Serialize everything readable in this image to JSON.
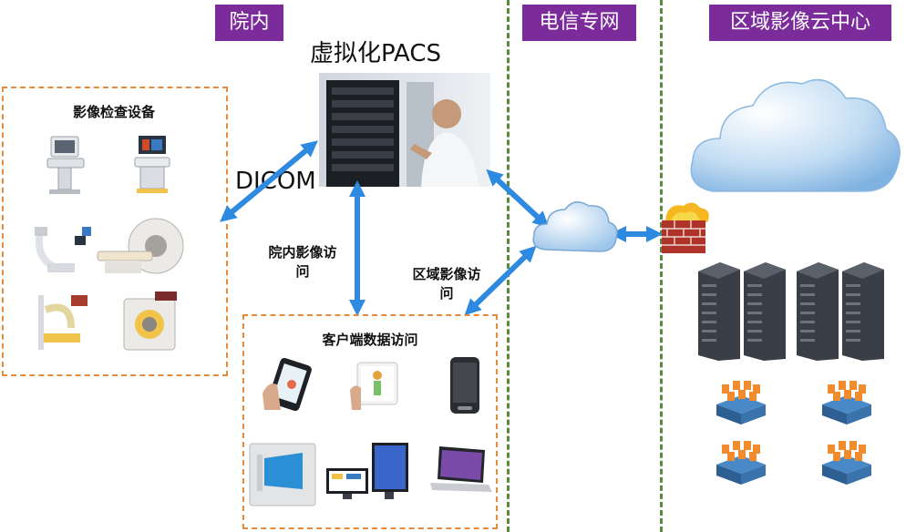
{
  "zones": {
    "hospital": "院内",
    "telecom": "电信专网",
    "regional_cloud": "区域影像云中心"
  },
  "pacs_title": "虚拟化PACS",
  "dicom_label": "DICOM",
  "imaging_equipment_title": "影像检查设备",
  "client_access_title": "客户端数据访问",
  "arrows": {
    "inhospital_access": "院内影像访\n问",
    "regional_access": "区域影像访\n问"
  },
  "colors": {
    "zone_tag": "#7b2c9a",
    "dashed_box": "#e48a3a",
    "divider": "#5b8a3a",
    "arrow": "#2d8ae0"
  }
}
